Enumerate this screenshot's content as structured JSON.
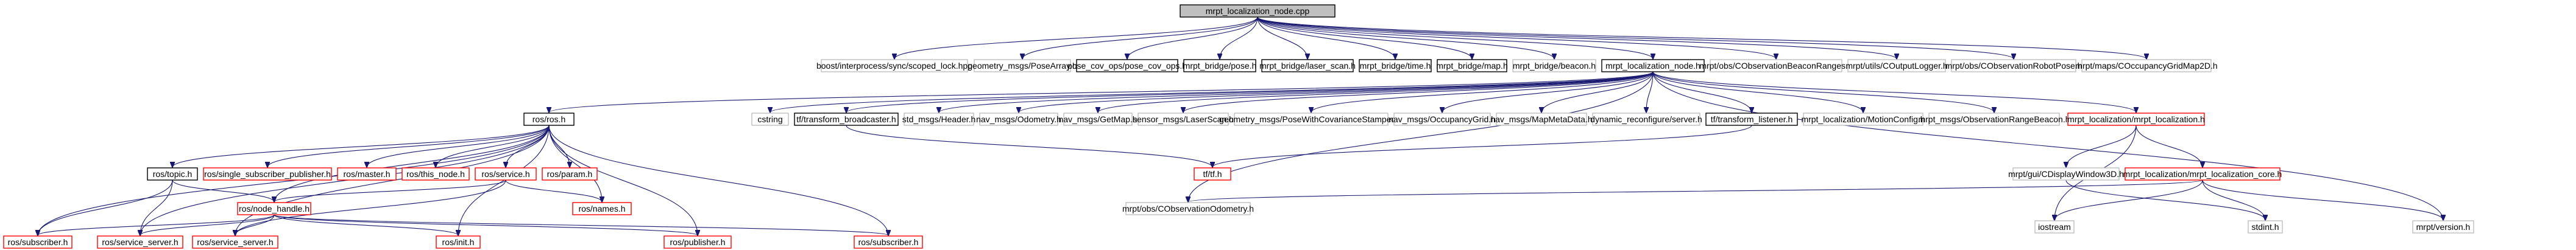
{
  "nodes": [
    {
      "id": "root",
      "label": "mrpt_localization_node.cpp",
      "style": "root"
    },
    {
      "id": "scoped_lock",
      "label": "boost/interprocess/sync/scoped_lock.hpp",
      "style": "gray"
    },
    {
      "id": "posearray",
      "label": "geometry_msgs/PoseArray.h",
      "style": "gray"
    },
    {
      "id": "pose_cov_ops",
      "label": "pose_cov_ops/pose_cov_ops.h",
      "style": "black"
    },
    {
      "id": "bridge_pose",
      "label": "mrpt_bridge/pose.h",
      "style": "black"
    },
    {
      "id": "bridge_laser",
      "label": "mrpt_bridge/laser_scan.h",
      "style": "black"
    },
    {
      "id": "bridge_time",
      "label": "mrpt_bridge/time.h",
      "style": "black"
    },
    {
      "id": "bridge_map",
      "label": "mrpt_bridge/map.h",
      "style": "black"
    },
    {
      "id": "bridge_beacon",
      "label": "mrpt_bridge/beacon.h",
      "style": "gray"
    },
    {
      "id": "loc_node_h",
      "label": "mrpt_localization_node.h",
      "style": "black"
    },
    {
      "id": "obs_beacon",
      "label": "mrpt/obs/CObservationBeaconRanges.h",
      "style": "gray"
    },
    {
      "id": "coutput",
      "label": "mrpt/utils/COutputLogger.h",
      "style": "gray"
    },
    {
      "id": "obs_robotpose",
      "label": "mrpt/obs/CObservationRobotPose.h",
      "style": "gray"
    },
    {
      "id": "occgrid",
      "label": "mrpt/maps/COccupancyGridMap2D.h",
      "style": "gray"
    },
    {
      "id": "ros_h",
      "label": "ros/ros.h",
      "style": "black"
    },
    {
      "id": "cstring",
      "label": "cstring",
      "style": "gray"
    },
    {
      "id": "tf_broadcaster",
      "label": "tf/transform_broadcaster.h",
      "style": "black"
    },
    {
      "id": "header",
      "label": "std_msgs/Header.h",
      "style": "gray"
    },
    {
      "id": "odometry",
      "label": "nav_msgs/Odometry.h",
      "style": "gray"
    },
    {
      "id": "getmap",
      "label": "nav_msgs/GetMap.h",
      "style": "gray"
    },
    {
      "id": "laserscan",
      "label": "sensor_msgs/LaserScan.h",
      "style": "gray"
    },
    {
      "id": "posecov",
      "label": "geometry_msgs/PoseWithCovarianceStamped.h",
      "style": "gray"
    },
    {
      "id": "occgrid_msg",
      "label": "nav_msgs/OccupancyGrid.h",
      "style": "gray"
    },
    {
      "id": "mapmeta",
      "label": "nav_msgs/MapMetaData.h",
      "style": "gray"
    },
    {
      "id": "dynreconf",
      "label": "dynamic_reconfigure/server.h",
      "style": "gray"
    },
    {
      "id": "tf_listener",
      "label": "tf/transform_listener.h",
      "style": "black"
    },
    {
      "id": "motionconfig",
      "label": "mrpt_localization/MotionConfig.h",
      "style": "gray"
    },
    {
      "id": "obsrangebeacon",
      "label": "mrpt_msgs/ObservationRangeBeacon.h",
      "style": "gray"
    },
    {
      "id": "mrpt_loc_h",
      "label": "mrpt_localization/mrpt_localization.h",
      "style": "red"
    },
    {
      "id": "topic",
      "label": "ros/topic.h",
      "style": "black"
    },
    {
      "id": "single_sub_pub",
      "label": "ros/single_subscriber_publisher.h",
      "style": "red"
    },
    {
      "id": "master",
      "label": "ros/master.h",
      "style": "red"
    },
    {
      "id": "this_node",
      "label": "ros/this_node.h",
      "style": "red"
    },
    {
      "id": "service_h",
      "label": "ros/service.h",
      "style": "red"
    },
    {
      "id": "param",
      "label": "ros/param.h",
      "style": "red"
    },
    {
      "id": "tf_h",
      "label": "tf/tf.h",
      "style": "red"
    },
    {
      "id": "cdisplay",
      "label": "mrpt/gui/CDisplayWindow3D.h",
      "style": "gray"
    },
    {
      "id": "loc_core",
      "label": "mrpt_localization/mrpt_localization_core.h",
      "style": "red"
    },
    {
      "id": "names",
      "label": "ros/names.h",
      "style": "red"
    },
    {
      "id": "node_handle",
      "label": "ros/node_handle.h",
      "style": "red"
    },
    {
      "id": "obs_odometry",
      "label": "mrpt/obs/CObservationOdometry.h",
      "style": "gray"
    },
    {
      "id": "iostream",
      "label": "iostream",
      "style": "gray"
    },
    {
      "id": "stdint",
      "label": "stdint.h",
      "style": "gray"
    },
    {
      "id": "mrpt_version",
      "label": "mrpt/version.h",
      "style": "gray"
    },
    {
      "id": "subscriber1",
      "label": "ros/subscriber.h",
      "style": "red"
    },
    {
      "id": "service_server1",
      "label": "ros/service_server.h",
      "style": "red"
    },
    {
      "id": "service_server2",
      "label": "ros/service_server.h",
      "style": "red"
    },
    {
      "id": "init",
      "label": "ros/init.h",
      "style": "red"
    },
    {
      "id": "publisher",
      "label": "ros/publisher.h",
      "style": "red"
    },
    {
      "id": "subscriber2",
      "label": "ros/subscriber.h",
      "style": "red"
    }
  ],
  "edges": [
    [
      "root",
      "scoped_lock"
    ],
    [
      "root",
      "posearray"
    ],
    [
      "root",
      "pose_cov_ops"
    ],
    [
      "root",
      "bridge_pose"
    ],
    [
      "root",
      "bridge_laser"
    ],
    [
      "root",
      "bridge_time"
    ],
    [
      "root",
      "bridge_map"
    ],
    [
      "root",
      "bridge_beacon"
    ],
    [
      "root",
      "loc_node_h"
    ],
    [
      "root",
      "obs_beacon"
    ],
    [
      "root",
      "coutput"
    ],
    [
      "root",
      "obs_robotpose"
    ],
    [
      "root",
      "occgrid"
    ],
    [
      "loc_node_h",
      "ros_h"
    ],
    [
      "loc_node_h",
      "cstring"
    ],
    [
      "loc_node_h",
      "tf_broadcaster"
    ],
    [
      "loc_node_h",
      "header"
    ],
    [
      "loc_node_h",
      "odometry"
    ],
    [
      "loc_node_h",
      "getmap"
    ],
    [
      "loc_node_h",
      "laserscan"
    ],
    [
      "loc_node_h",
      "posecov"
    ],
    [
      "loc_node_h",
      "occgrid_msg"
    ],
    [
      "loc_node_h",
      "mapmeta"
    ],
    [
      "loc_node_h",
      "dynreconf"
    ],
    [
      "loc_node_h",
      "tf_listener"
    ],
    [
      "loc_node_h",
      "motionconfig"
    ],
    [
      "loc_node_h",
      "obsrangebeacon"
    ],
    [
      "loc_node_h",
      "mrpt_loc_h"
    ],
    [
      "loc_node_h",
      "obs_odometry"
    ],
    [
      "loc_node_h",
      "mrpt_version"
    ],
    [
      "ros_h",
      "topic"
    ],
    [
      "ros_h",
      "single_sub_pub"
    ],
    [
      "ros_h",
      "master"
    ],
    [
      "ros_h",
      "this_node"
    ],
    [
      "ros_h",
      "service_h"
    ],
    [
      "ros_h",
      "param"
    ],
    [
      "ros_h",
      "names"
    ],
    [
      "ros_h",
      "node_handle"
    ],
    [
      "ros_h",
      "subscriber1"
    ],
    [
      "ros_h",
      "service_server1"
    ],
    [
      "ros_h",
      "service_server2"
    ],
    [
      "ros_h",
      "init"
    ],
    [
      "ros_h",
      "publisher"
    ],
    [
      "ros_h",
      "subscriber2"
    ],
    [
      "topic",
      "node_handle"
    ],
    [
      "topic",
      "subscriber1"
    ],
    [
      "topic",
      "service_server1"
    ],
    [
      "service_h",
      "names"
    ],
    [
      "service_h",
      "node_handle"
    ],
    [
      "service_h",
      "service_server2"
    ],
    [
      "node_handle",
      "subscriber1"
    ],
    [
      "node_handle",
      "service_server1"
    ],
    [
      "node_handle",
      "service_server2"
    ],
    [
      "node_handle",
      "init"
    ],
    [
      "node_handle",
      "publisher"
    ],
    [
      "node_handle",
      "subscriber2"
    ],
    [
      "tf_broadcaster",
      "tf_h"
    ],
    [
      "tf_listener",
      "tf_h"
    ],
    [
      "mrpt_loc_h",
      "cdisplay"
    ],
    [
      "mrpt_loc_h",
      "loc_core"
    ],
    [
      "mrpt_loc_h",
      "iostream"
    ],
    [
      "loc_core",
      "iostream"
    ],
    [
      "loc_core",
      "stdint"
    ],
    [
      "loc_core",
      "mrpt_version"
    ],
    [
      "loc_core",
      "obs_odometry"
    ],
    [
      "cdisplay",
      "stdint"
    ]
  ]
}
